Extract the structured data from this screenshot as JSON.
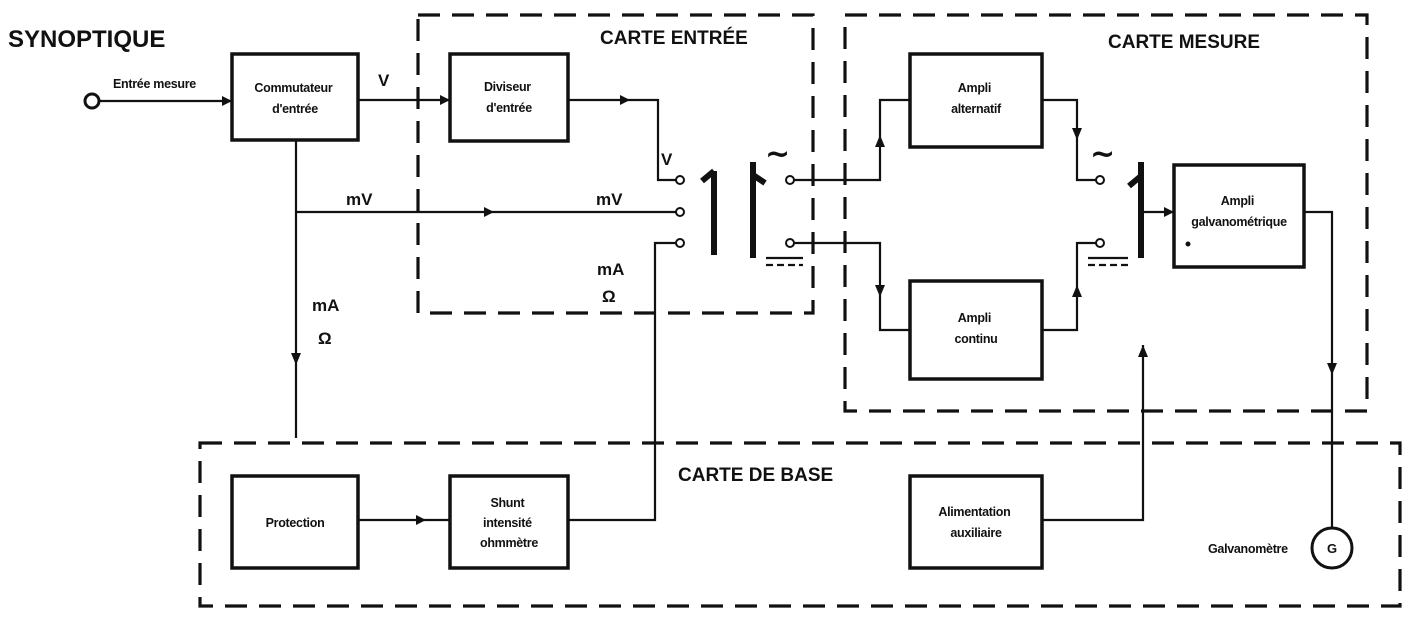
{
  "title": "SYNOPTIQUE",
  "input_label": "Entrée mesure",
  "frames": {
    "entree": "CARTE ENTRÉE",
    "mesure": "CARTE MESURE",
    "base": "CARTE DE BASE"
  },
  "blocks": {
    "commutateur": [
      "Commutateur",
      "d'entrée"
    ],
    "diviseur": [
      "Diviseur",
      "d'entrée"
    ],
    "ampli_alternatif": [
      "Ampli",
      "alternatif"
    ],
    "ampli_continu": [
      "Ampli",
      "continu"
    ],
    "ampli_galvano": [
      "Ampli",
      "galvanométrique"
    ],
    "protection": [
      "Protection"
    ],
    "shunt": [
      "Shunt",
      "intensité",
      "ohmmètre"
    ],
    "alimentation": [
      "Alimentation",
      "auxiliaire"
    ]
  },
  "signals": {
    "v_top": "V",
    "v_switch": "V",
    "mv_left": "mV",
    "mv_right": "mV",
    "ma_left": "mA",
    "ohm_left": "Ω",
    "ma_right": "mA",
    "ohm_right": "Ω"
  },
  "symbols": {
    "ac": "~",
    "dc": "="
  },
  "galvanometre_label": "Galvanomètre",
  "galvanometre_symbol": "G"
}
